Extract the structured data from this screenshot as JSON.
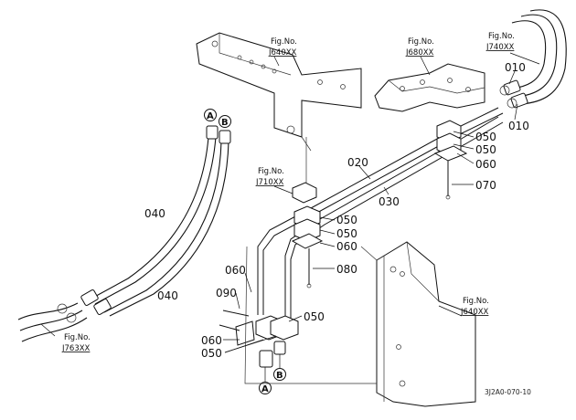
{
  "part_labels": {
    "p010_top": "010",
    "p010_bottom": "010",
    "p020": "020",
    "p030": "030",
    "p040_upper": "040",
    "p040_lower": "040",
    "p050_a": "050",
    "p050_b": "050",
    "p050_c": "050",
    "p050_d": "050",
    "p050_e": "050",
    "p050_f": "050",
    "p060_a": "060",
    "p060_b": "060",
    "p060_c": "060",
    "p060_d": "060",
    "p070": "070",
    "p080": "080",
    "p090": "090"
  },
  "fig_refs": [
    {
      "id": "j640_top",
      "label": "Fig.No.",
      "code": "J640XX"
    },
    {
      "id": "j680",
      "label": "Fig.No.",
      "code": "J680XX"
    },
    {
      "id": "j740",
      "label": "Fig.No.",
      "code": "J740XX"
    },
    {
      "id": "j710",
      "label": "Fig.No.",
      "code": "J710XX"
    },
    {
      "id": "j763",
      "label": "Fig.No.",
      "code": "J763XX"
    },
    {
      "id": "j640_bottom",
      "label": "Fig.No.",
      "code": "J640XX"
    }
  ],
  "markers": {
    "a_top": "A",
    "b_top": "B",
    "a_bottom": "A",
    "b_bottom": "B"
  },
  "drawing_code": "3J2A0-070-10"
}
